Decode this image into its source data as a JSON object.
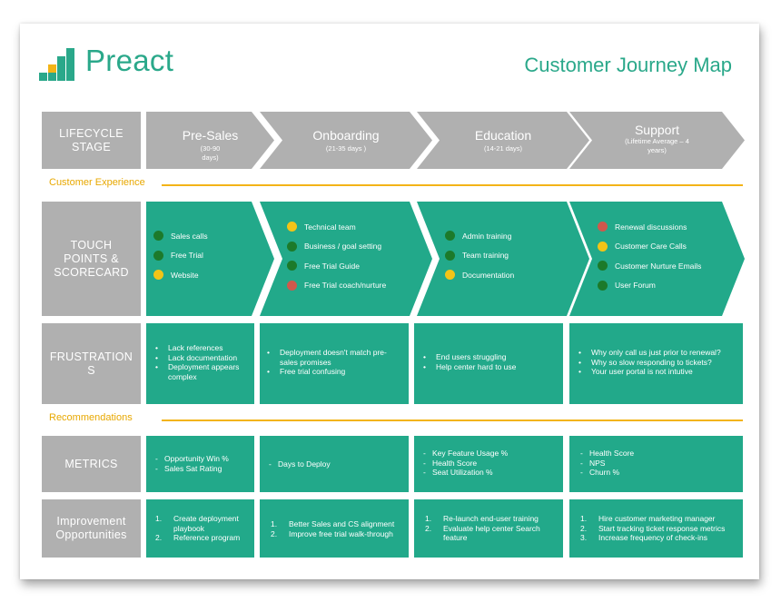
{
  "header": {
    "brand": "Preact",
    "title": "Customer Journey Map"
  },
  "colors": {
    "teal": "#22a98a",
    "gray": "#b0b0b0",
    "yellow": "#f3b417",
    "green": "#1c7a2a",
    "amber": "#f3c417",
    "red": "#d0584c"
  },
  "rows": {
    "lifecycle": "LIFECYCLE STAGE",
    "touch_points": "TOUCH POINTS & SCORECARD",
    "frustrations": "FRUSTRATION S",
    "metrics": "METRICS",
    "improvement": "Improvement Opportunities"
  },
  "sections": {
    "customer_experience": "Customer Experience",
    "recommendations": "Recommendations"
  },
  "stages": [
    {
      "name": "Pre-Sales",
      "duration": "(30-90 days)"
    },
    {
      "name": "Onboarding",
      "duration": "(21-35 days )"
    },
    {
      "name": "Education",
      "duration": "(14-21 days)"
    },
    {
      "name": "Support",
      "duration": "(Lifetime Average – 4 years)"
    }
  ],
  "touch_points": [
    [
      {
        "label": "Sales calls",
        "status": "green"
      },
      {
        "label": "Free Trial",
        "status": "green"
      },
      {
        "label": "Website",
        "status": "amber"
      }
    ],
    [
      {
        "label": "Technical team",
        "status": "amber"
      },
      {
        "label": "Business / goal setting",
        "status": "green"
      },
      {
        "label": "Free Trial Guide",
        "status": "green"
      },
      {
        "label": "Free Trial coach/nurture",
        "status": "red"
      }
    ],
    [
      {
        "label": "Admin training",
        "status": "green"
      },
      {
        "label": "Team training",
        "status": "green"
      },
      {
        "label": "Documentation",
        "status": "amber"
      }
    ],
    [
      {
        "label": "Renewal discussions",
        "status": "red"
      },
      {
        "label": "Customer Care Calls",
        "status": "amber"
      },
      {
        "label": "Customer Nurture Emails",
        "status": "green"
      },
      {
        "label": "User Forum",
        "status": "green"
      }
    ]
  ],
  "frustrations": [
    {
      "marker": "•",
      "items": [
        "Lack references",
        "Lack documentation",
        "Deployment appears complex"
      ]
    },
    {
      "marker": "•",
      "items": [
        "Deployment doesn't match pre-sales promises",
        "Free trial confusing"
      ]
    },
    {
      "marker": "•",
      "items": [
        "End users struggling",
        "Help center hard to use"
      ]
    },
    {
      "marker": "•",
      "items": [
        "Why only call us just prior to renewal?",
        "Why so slow responding to tickets?",
        "Your user portal is not intutive"
      ]
    }
  ],
  "metrics": [
    {
      "marker": "-",
      "items": [
        "Opportunity Win %",
        "Sales Sat Rating"
      ]
    },
    {
      "marker": "-",
      "items": [
        "Days to Deploy"
      ]
    },
    {
      "marker": "-",
      "items": [
        "Key Feature Usage %",
        "Health Score",
        "Seat Utilization %"
      ]
    },
    {
      "marker": "-",
      "items": [
        "Health Score",
        "NPS",
        "Churn %"
      ]
    }
  ],
  "improvements": [
    {
      "items": [
        {
          "num": "1.",
          "text": "Create deployment playbook"
        },
        {
          "num": "2.",
          "text": "Reference program"
        }
      ]
    },
    {
      "items": [
        {
          "num": "1.",
          "text": "Better Sales and CS alignment"
        },
        {
          "num": "2.",
          "text": "Improve free trial walk-through"
        }
      ]
    },
    {
      "items": [
        {
          "num": "1.",
          "text": "Re-launch end-user training"
        },
        {
          "num": "2.",
          "text": "Evaluate help center Search feature"
        }
      ]
    },
    {
      "items": [
        {
          "num": "1.",
          "text": "Hire customer marketing manager"
        },
        {
          "num": "2.",
          "text": "Start tracking ticket response metrics"
        },
        {
          "num": "3.",
          "text": "Increase frequency of check-ins"
        }
      ]
    }
  ]
}
